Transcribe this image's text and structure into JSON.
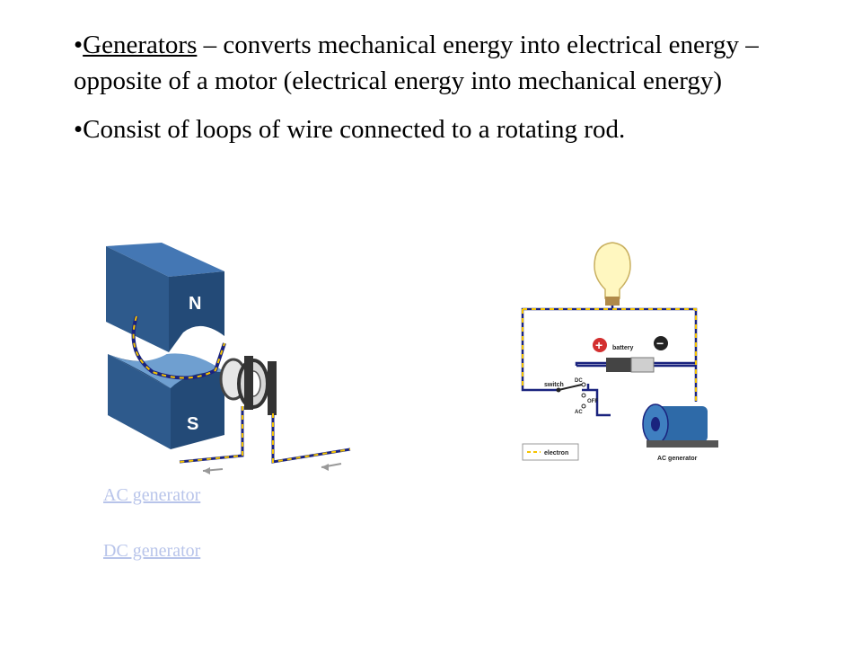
{
  "bullets": [
    {
      "prefix": "•",
      "term": "Generators",
      "rest": " – converts mechanical energy into electrical energy – opposite of a motor (electrical energy into mechanical energy)"
    },
    {
      "prefix": "•",
      "term": "",
      "rest": "Consist of loops of wire connected to a rotating rod."
    }
  ],
  "generator_figure": {
    "north_label": "N",
    "south_label": "S"
  },
  "circuit_figure": {
    "battery_label": "battery",
    "switch_label": "switch",
    "dc_label": "DC",
    "off_label": "OFF",
    "ac_label": "AC",
    "legend_label": "electron",
    "generator_label": "AC generator",
    "plus_symbol": "+",
    "minus_symbol": "−"
  },
  "links": {
    "ac_generator": "AC generator",
    "dc_generator": "DC generator"
  },
  "colors": {
    "magnet_front": "#2e5a8c",
    "magnet_top": "#4477b4",
    "wire": "#1a237e",
    "electron": "#f5c400",
    "link": "#b8c4ea"
  }
}
